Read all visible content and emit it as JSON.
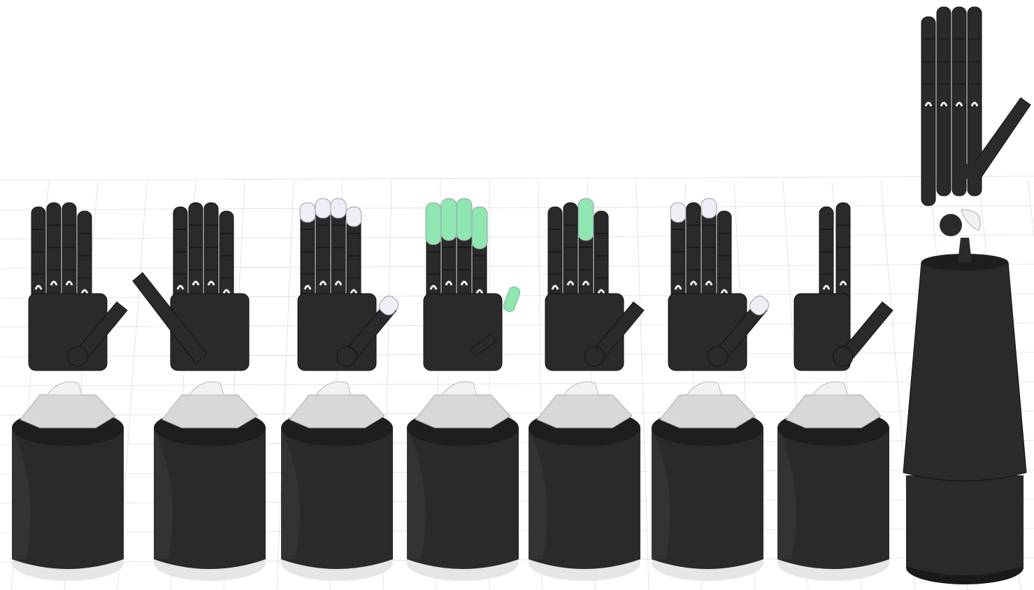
{
  "scene": {
    "background": "#ffffff",
    "grid_color": "#dcdcdc",
    "colors": {
      "body": "#2a2a2a",
      "body_light": "#3a3a3a",
      "joint": "#d8d8d8",
      "fingertip_white": "#eeeef6",
      "fingertip_green": "#8fe6b0",
      "base_rim": "#e6e6e6"
    },
    "hands": [
      {
        "name": "hand-1-open",
        "fingers": 4,
        "thumb": "right",
        "tip_color": "none"
      },
      {
        "name": "hand-2-thumb-left",
        "fingers": 4,
        "thumb": "left",
        "tip_color": "none"
      },
      {
        "name": "hand-3-white-tips",
        "fingers": 4,
        "thumb": "right",
        "tip_color": "white"
      },
      {
        "name": "hand-4-green-fingers",
        "fingers": 4,
        "thumb": "detached",
        "tip_color": "green"
      },
      {
        "name": "hand-5-one-green-finger",
        "fingers": 4,
        "thumb": "right",
        "tip_color": "green-single"
      },
      {
        "name": "hand-6-partial-white-tips",
        "fingers": 4,
        "thumb": "right",
        "tip_color": "white-partial"
      },
      {
        "name": "hand-7-two-fingers",
        "fingers": 2,
        "thumb": "right",
        "tip_color": "none"
      },
      {
        "name": "hand-8-tall-base",
        "fingers": 4,
        "thumb": "right",
        "tip_color": "none"
      }
    ]
  }
}
